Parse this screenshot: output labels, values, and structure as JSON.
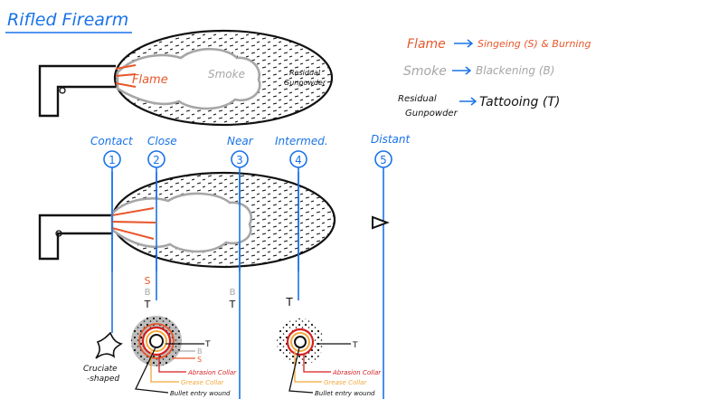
{
  "title": "Rifled Firearm",
  "colors": {
    "blue": "#1a73e8",
    "orange": "#e8572b",
    "grey": "#a6a6a6",
    "black": "#111111",
    "red": "#d61f1f",
    "yellow": "#f2a93b"
  },
  "top_diagram": {
    "flame": "Flame",
    "smoke": "Smoke",
    "residual": [
      "Residual",
      "Gunpowder"
    ]
  },
  "legend": [
    {
      "term": "Flame",
      "effect": "Singeing (S) & Burning"
    },
    {
      "term": "Smoke",
      "effect": "Blackening (B)"
    },
    {
      "term": "Residual Gunpowder",
      "term_lines": [
        "Residual",
        "Gunpowder"
      ],
      "effect": "Tattooing (T)"
    }
  ],
  "ranges": [
    {
      "number": "1",
      "label": "Contact"
    },
    {
      "number": "2",
      "label": "Close"
    },
    {
      "number": "3",
      "label": "Near"
    },
    {
      "number": "4",
      "label": "Intermed."
    },
    {
      "number": "5",
      "label": "Distant"
    }
  ],
  "effects": {
    "close": [
      "S",
      "B",
      "T"
    ],
    "near": [
      "B",
      "T"
    ],
    "intermediate": [
      "T"
    ]
  },
  "wound_labels": {
    "contact": [
      "Cruciate",
      "-shaped"
    ],
    "close": {
      "t": "T",
      "b": "B",
      "s": "S",
      "abrasion": "Abrasion Collar",
      "grease": "Grease Collar",
      "entry": "Bullet entry wound"
    },
    "intermediate": {
      "t": "T",
      "abrasion": "Abrasion Collar",
      "grease": "Grease Collar",
      "entry": "Bullet entry wound"
    }
  }
}
